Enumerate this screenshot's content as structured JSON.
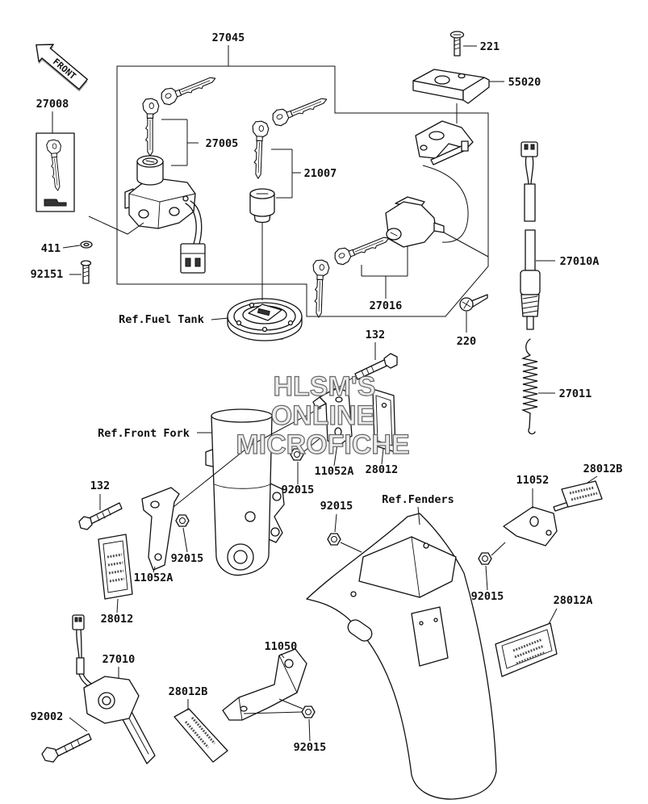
{
  "front_arrow": {
    "label": "FRONT"
  },
  "callouts": [
    "27045",
    "221",
    "55020",
    "27008",
    "27005",
    "21007",
    "411",
    "92151",
    "27016",
    "27010A",
    "220",
    "132",
    "27011",
    "11052A",
    "28012",
    "92015",
    "132",
    "92015",
    "11052",
    "28012B",
    "92015",
    "11052A",
    "28012",
    "92015",
    "28012A",
    "11050",
    "27010",
    "28012B",
    "92002",
    "92015"
  ],
  "references": {
    "fuel_tank": "Ref.Fuel Tank",
    "front_fork": "Ref.Front Fork",
    "fenders": "Ref.Fenders"
  },
  "watermark": {
    "line1": "HLSM'S",
    "line2": "ONLINE",
    "line3": "MICROFICHE"
  }
}
